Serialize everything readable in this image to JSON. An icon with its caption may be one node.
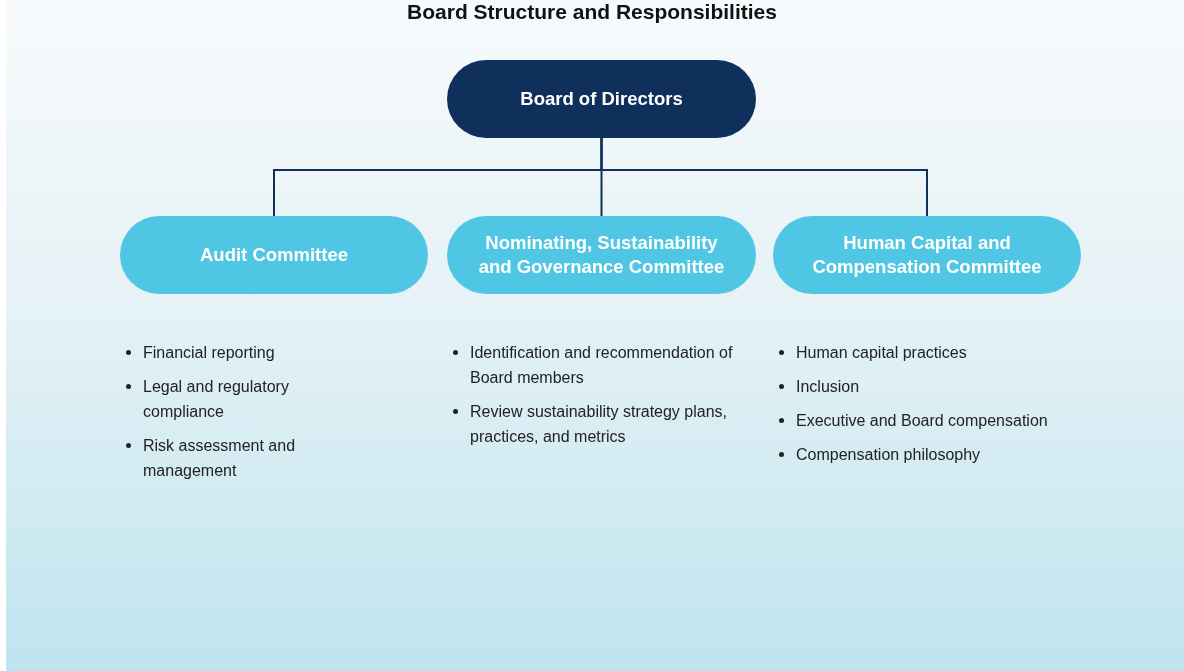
{
  "diagram": {
    "title": "Board Structure and Responsibilities",
    "nodes": [
      {
        "text": [
          "Board of Directors"
        ]
      },
      {
        "text": [
          "Audit Committee"
        ],
        "beside": [
          "Financial reporting",
          "Legal and regulatory compliance",
          "Risk assessment and management"
        ]
      },
      {
        "text": [
          "Nominating, Sustainability and Governance Committee"
        ],
        "beside": [
          "Identification and recommendation of Board members",
          "Review sustainability strategy plans, practices, and metrics"
        ]
      },
      {
        "text": [
          "Human Capital and Compensation Committee"
        ],
        "beside": [
          "Human capital practices",
          "Inclusion",
          "Executive and Board compensation",
          "Compensation philosophy"
        ]
      }
    ],
    "edges": [
      {
        "from": 0,
        "to": 1,
        "arrow": "none"
      },
      {
        "from": 0,
        "to": 2,
        "arrow": "none"
      },
      {
        "from": 0,
        "to": 3,
        "arrow": "none"
      }
    ]
  }
}
